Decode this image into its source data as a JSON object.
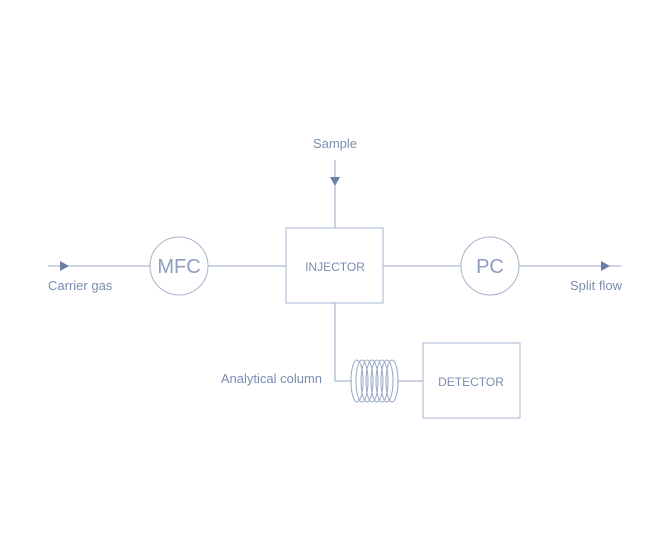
{
  "labels": {
    "sample": "Sample",
    "carrier_gas": "Carrier gas",
    "split_flow": "Split flow",
    "analytical_column": "Analytical column"
  },
  "components": {
    "mfc": "MFC",
    "injector": "INJECTOR",
    "pc": "PC",
    "detector": "DETECTOR"
  },
  "colors": {
    "line": "#9aa9c7",
    "arrow": "#6b7fa6",
    "text": "#7a8db0"
  }
}
